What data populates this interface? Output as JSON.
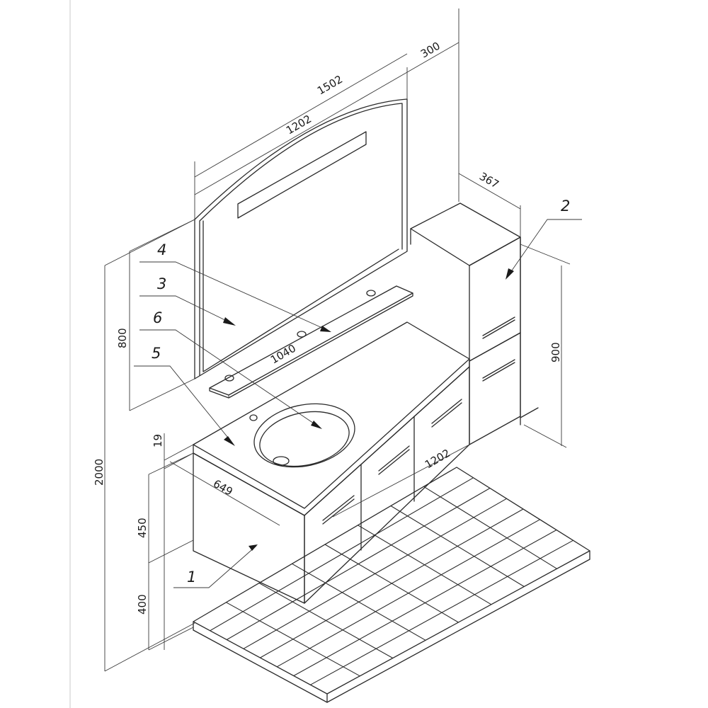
{
  "dimensions": {
    "width_total": "1502",
    "mirror_width": "1202",
    "mirror_depth": "300",
    "cabinet_depth": "367",
    "mirror_height": "800",
    "shelf_width": "1040",
    "cabinet_height": "900",
    "overall_height": "2000",
    "top_thickness": "19",
    "vanity_depth": "649",
    "vanity_height": "450",
    "floor_gap": "400",
    "vanity_width": "1202"
  },
  "callouts": [
    "1",
    "2",
    "3",
    "4",
    "5",
    "6"
  ],
  "colors": {
    "line": "#2a2a2a",
    "background": "#ffffff"
  }
}
